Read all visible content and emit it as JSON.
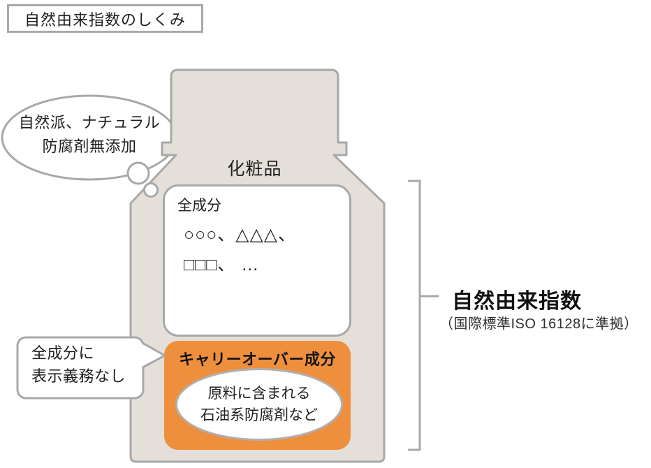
{
  "title_box": {
    "label": "自然由来指数のしくみ"
  },
  "thought_bubble": {
    "line1": "自然派、ナチュラル",
    "line2": "防腐剤無添加"
  },
  "bottle": {
    "product_label": "化粧品"
  },
  "ingredients_panel": {
    "header": "全成分",
    "items_line1": "○○○、△△△、",
    "items_line2": "□□□、 …"
  },
  "carryover_panel": {
    "header": "キャリーオーバー成分",
    "ellipse_line1": "原料に含まれる",
    "ellipse_line2": "石油系防腐剤など"
  },
  "speech_bubble": {
    "line1": "全成分に",
    "line2": "表示義務なし"
  },
  "index_bracket": {
    "title": "自然由来指数",
    "subtitle": "（国際標準ISO 16128に準拠）"
  },
  "colors": {
    "bottle_fill": "#e5dfd9",
    "carryover_fill": "#ee8f3e",
    "outline_gray": "#a8a8a8",
    "text_black": "#1f1f1f"
  }
}
